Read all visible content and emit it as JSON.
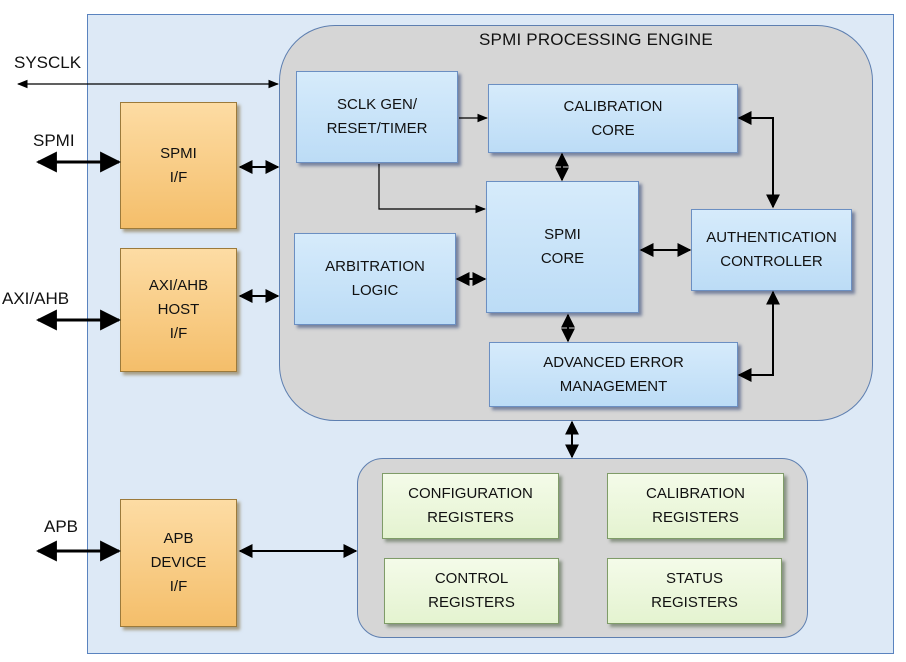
{
  "diagram": {
    "engine_title": "SPMI PROCESSING ENGINE",
    "external_signals": {
      "sysclk": "SYSCLK",
      "spmi": "SPMI",
      "axi_ahb": "AXI/AHB",
      "apb": "APB"
    },
    "interfaces": {
      "spmi_if": "SPMI\nI/F",
      "axi_ahb_host_if": "AXI/AHB\nHOST\nI/F",
      "apb_device_if": "APB\nDEVICE\nI/F"
    },
    "engine_blocks": {
      "sclk_gen": "SCLK GEN/\nRESET/TIMER",
      "calibration_core": "CALIBRATION\nCORE",
      "spmi_core": "SPMI\nCORE",
      "arbitration_logic": "ARBITRATION\nLOGIC",
      "authentication_controller": "AUTHENTICATION\nCONTROLLER",
      "advanced_error_management": "ADVANCED ERROR\nMANAGEMENT"
    },
    "registers": {
      "configuration": "CONFIGURATION\nREGISTERS",
      "calibration": "CALIBRATION\nREGISTERS",
      "control": "CONTROL\nREGISTERS",
      "status": "STATUS\nREGISTERS"
    },
    "colors": {
      "outer_fill": "#dde9f6",
      "engine_fill": "#d6d6d6",
      "interface_fill": "#f4be6a",
      "core_fill": "#bcdcf6",
      "register_fill": "#e4f3d0",
      "wire": "#000000"
    }
  }
}
